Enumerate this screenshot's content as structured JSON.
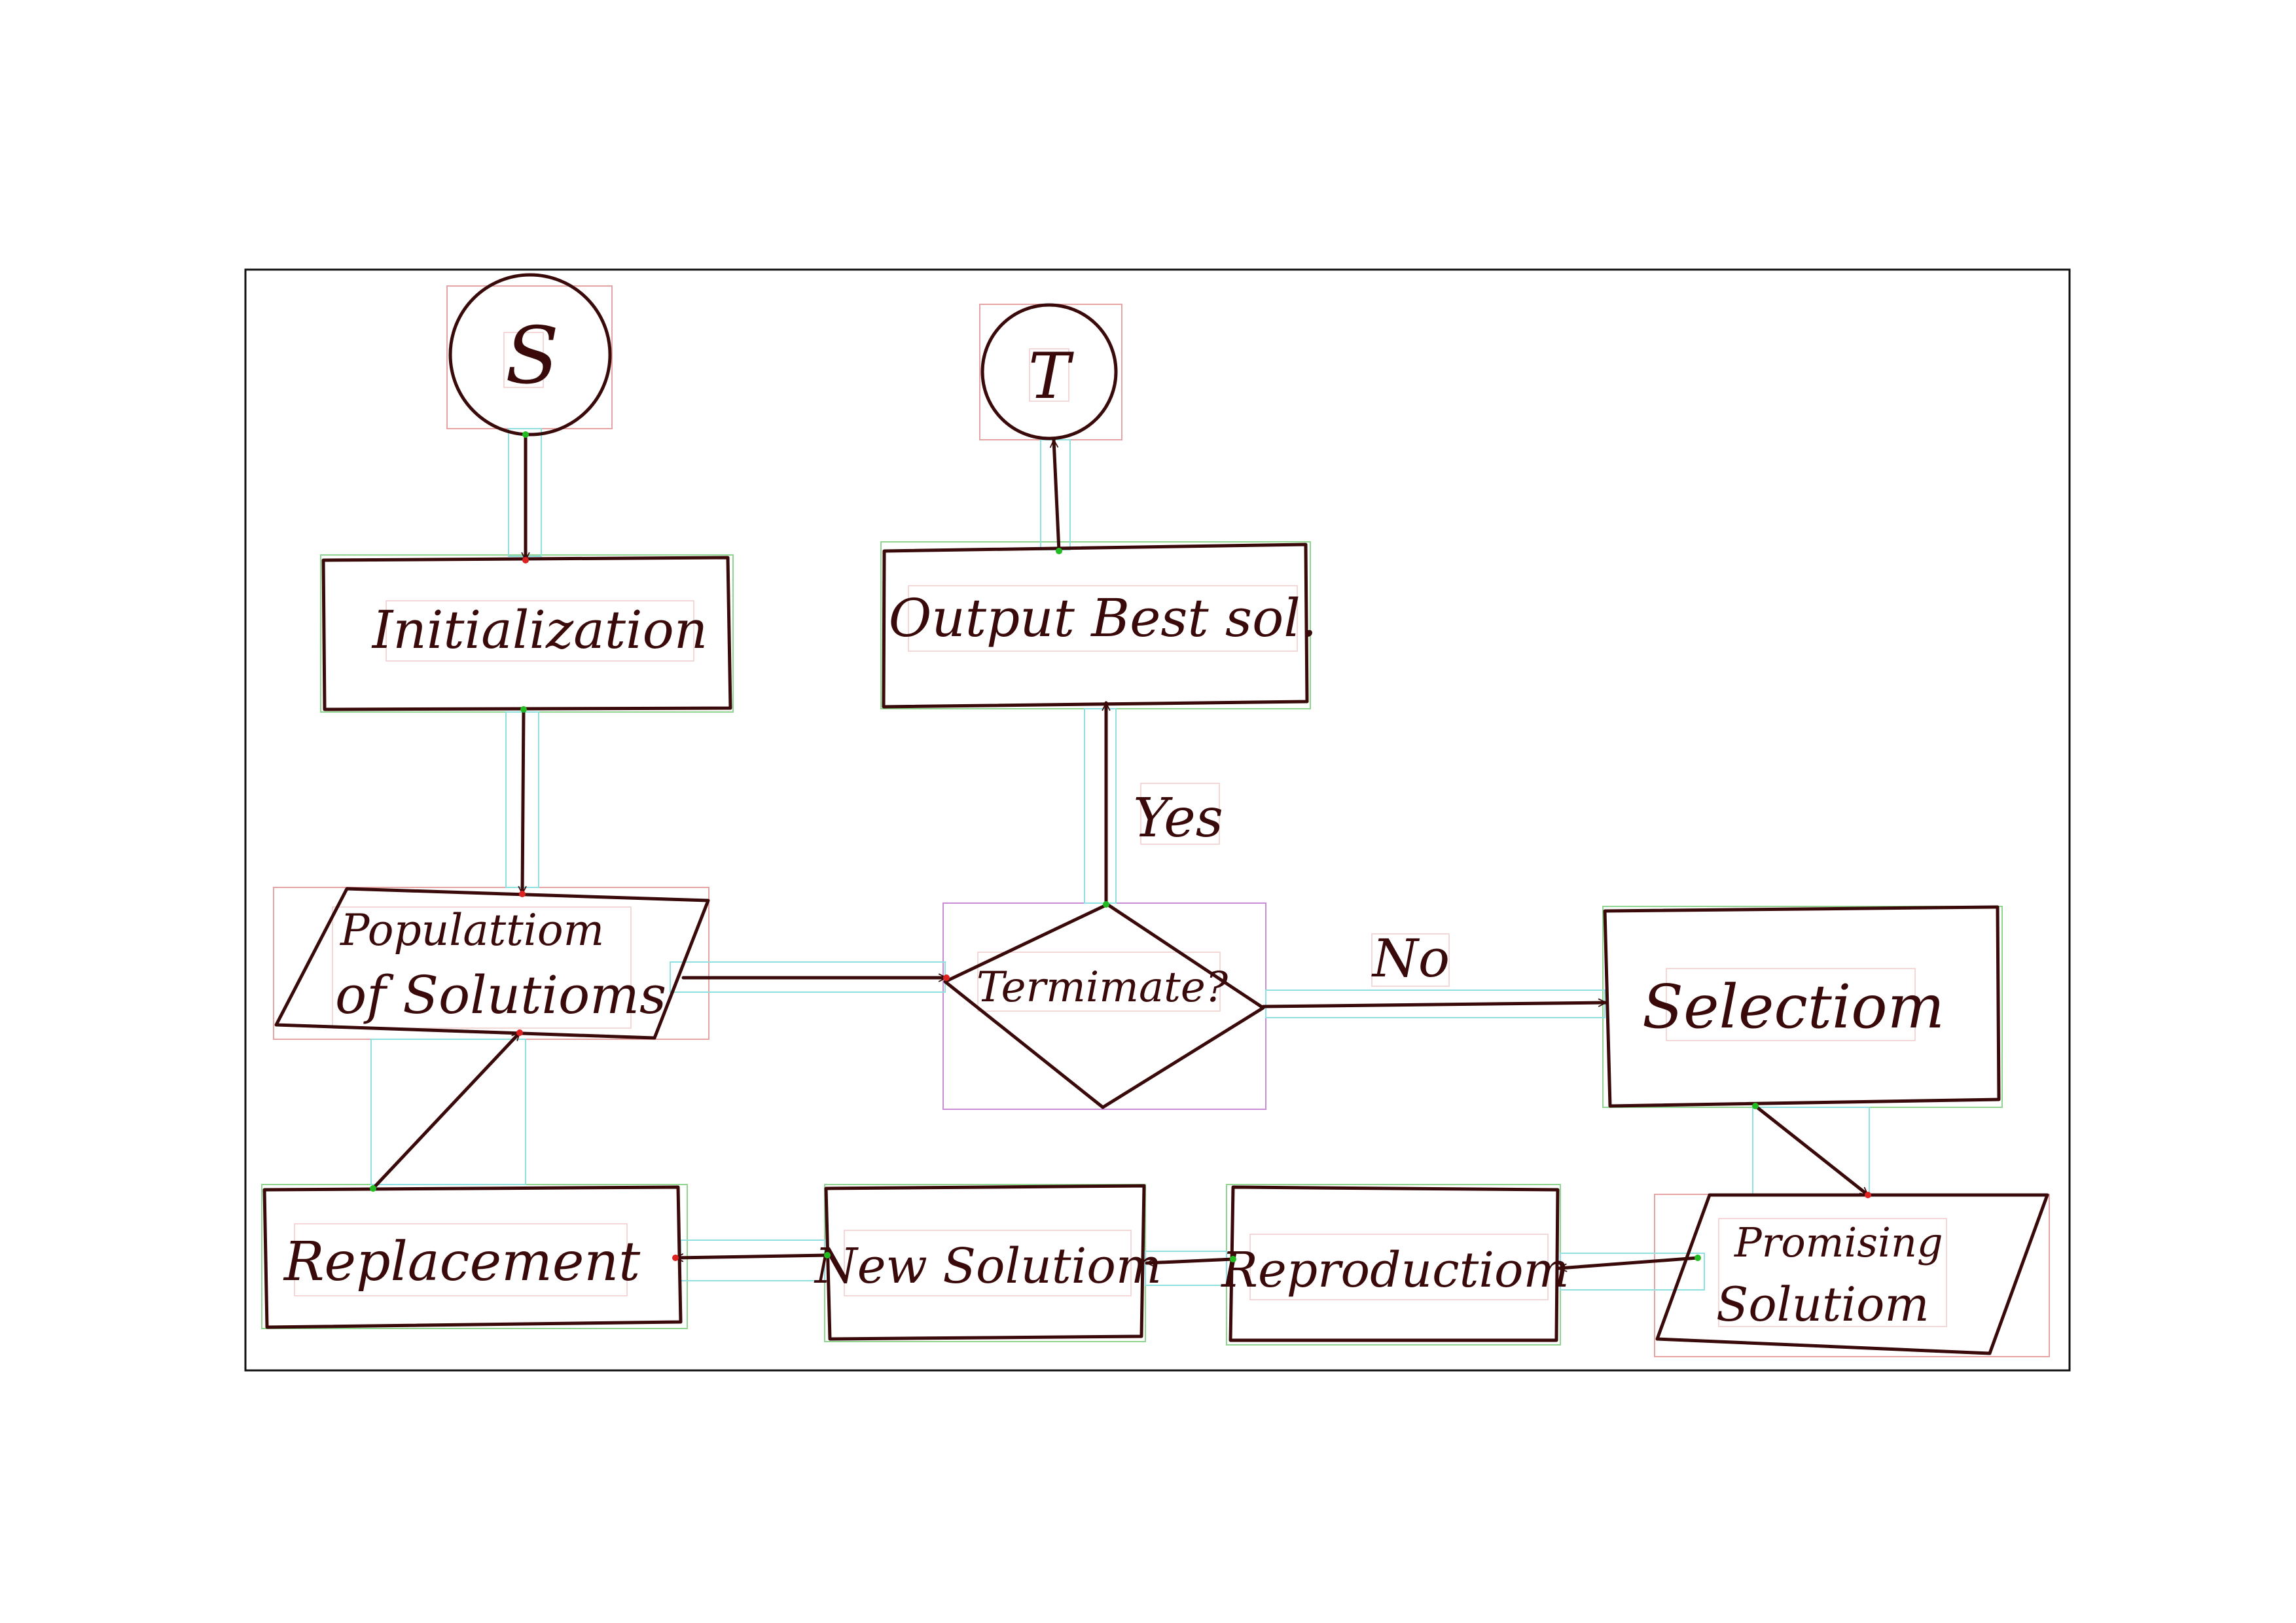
{
  "diagram": {
    "type": "flowchart",
    "nodes": {
      "start": {
        "label": "S",
        "shape": "circle"
      },
      "terminate_node": {
        "label": "T",
        "shape": "circle"
      },
      "initialization": {
        "label": "Initialization",
        "shape": "rectangle"
      },
      "output_best": {
        "label": "Output Best sol.",
        "shape": "rectangle"
      },
      "population": {
        "line1": "Populattiom",
        "line2": "of Solutioms",
        "shape": "parallelogram"
      },
      "terminate": {
        "label": "Termimate?",
        "shape": "diamond"
      },
      "selection": {
        "label": "Selectiom",
        "shape": "rectangle"
      },
      "promising": {
        "line1": "Promising",
        "line2": "Solutiom",
        "shape": "parallelogram"
      },
      "reproduction": {
        "label": "Reproductiom",
        "shape": "rectangle"
      },
      "new_solution": {
        "label": "New Solutiom",
        "shape": "rectangle"
      },
      "replacement": {
        "label": "Replacement",
        "shape": "rectangle"
      }
    },
    "edge_labels": {
      "yes": "Yes",
      "no": "No"
    },
    "edges": [
      [
        "start",
        "initialization"
      ],
      [
        "initialization",
        "population"
      ],
      [
        "population",
        "terminate"
      ],
      [
        "terminate",
        "output_best",
        "yes"
      ],
      [
        "output_best",
        "terminate_node"
      ],
      [
        "terminate",
        "selection",
        "no"
      ],
      [
        "selection",
        "promising"
      ],
      [
        "promising",
        "reproduction"
      ],
      [
        "reproduction",
        "new_solution"
      ],
      [
        "new_solution",
        "replacement"
      ],
      [
        "replacement",
        "population"
      ]
    ],
    "colors": {
      "ink": "#3a0a0a",
      "annotation_red": "#e6a3a3",
      "annotation_green": "#8fd48f",
      "annotation_purple": "#c98ad6",
      "annotation_cyan": "#8fe0e0"
    }
  }
}
